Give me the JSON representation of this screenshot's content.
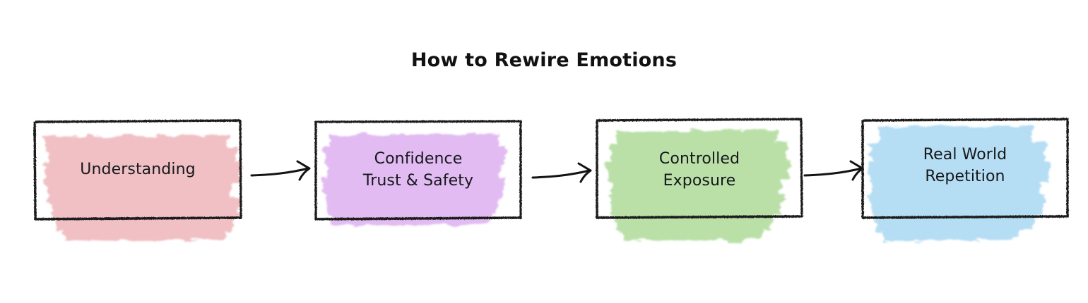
{
  "page": {
    "background_color": "#ffffff",
    "title": "How to Rewire Emotions",
    "title_color": "#111111"
  },
  "diagram": {
    "type": "horizontal-process-flow",
    "style": "hand-drawn sketch boxes with highlighter brush fill",
    "step_count": 4,
    "arrow_count": 3,
    "arrow_color": "#111111",
    "border_color": "#1a1a1a",
    "steps": [
      {
        "index": 1,
        "line1": "Understanding",
        "line2": "",
        "highlight_color": "#efb8bc",
        "highlight_name": "pink"
      },
      {
        "index": 2,
        "line1": "Confidence",
        "line2": "Trust & Safety",
        "highlight_color": "#ddb0f0",
        "highlight_name": "purple"
      },
      {
        "index": 3,
        "line1": "Controlled",
        "line2": "Exposure",
        "highlight_color": "#b0dc9c",
        "highlight_name": "green"
      },
      {
        "index": 4,
        "line1": "Real World",
        "line2": "Repetition",
        "highlight_color": "#aad8f2",
        "highlight_name": "blue"
      }
    ],
    "arrows": [
      {
        "index": 1,
        "from": "Understanding",
        "to": "Confidence Trust & Safety",
        "icon": "arrow-right-icon"
      },
      {
        "index": 2,
        "from": "Confidence Trust & Safety",
        "to": "Controlled Exposure",
        "icon": "arrow-right-icon"
      },
      {
        "index": 3,
        "from": "Controlled Exposure",
        "to": "Real World Repetition",
        "icon": "arrow-right-icon"
      }
    ]
  }
}
